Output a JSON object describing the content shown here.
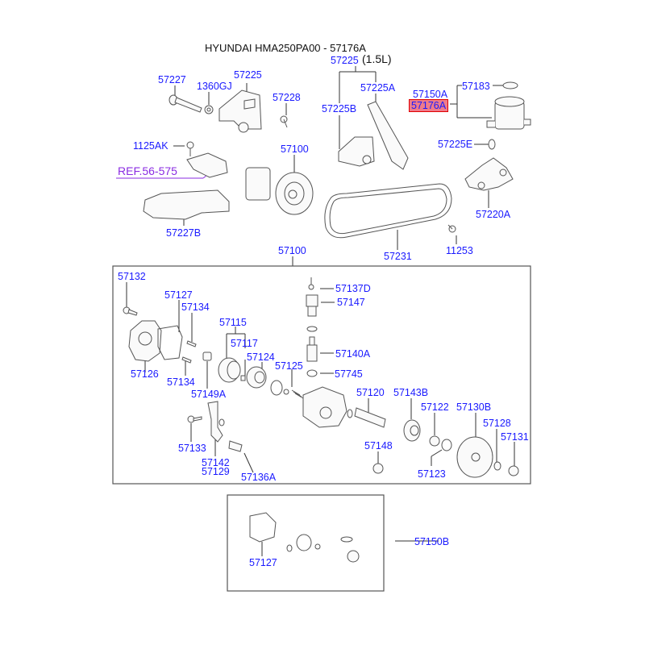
{
  "title": "HYUNDAI HMA250PA00 - 57176A",
  "highlight_color": "#ef7b8a",
  "label_color": "#1a1aff",
  "ref_color": "#8a2be2",
  "upper_section": {
    "labels": {
      "p57227": "57227",
      "p1360GJ": "1360GJ",
      "p57225_left": "57225",
      "p57228": "57228",
      "p57225_top": "57225",
      "engine_note": "(1.5L)",
      "p57225A": "57225A",
      "p57225B": "57225B",
      "p57150A": "57150A",
      "p57176A": "57176A",
      "p57183": "57183",
      "p1125AK": "1125AK",
      "ref": "REF.56-575",
      "p57100_pump": "57100",
      "p57225E": "57225E",
      "p57220A": "57220A",
      "p57227B": "57227B",
      "p57231": "57231",
      "p11253": "11253"
    }
  },
  "pump_assembly": {
    "header": "57100",
    "labels": {
      "p57132": "57132",
      "p57127": "57127",
      "p57134_top": "57134",
      "p57115": "57115",
      "p57117": "57117",
      "p57124": "57124",
      "p57137D": "57137D",
      "p57147": "57147",
      "p57140A": "57140A",
      "p57125": "57125",
      "p57745": "57745",
      "p57126": "57126",
      "p57134_bottom": "57134",
      "p57149A": "57149A",
      "p57120": "57120",
      "p57143B": "57143B",
      "p57122": "57122",
      "p57130B": "57130B",
      "p57128": "57128",
      "p57131": "57131",
      "p57133": "57133",
      "p57142": "57142",
      "p57129": "57129",
      "p57136A": "57136A",
      "p57148": "57148",
      "p57123": "57123"
    }
  },
  "gasket_kit": {
    "label": "57150B",
    "labels": {
      "p57127": "57127"
    }
  }
}
